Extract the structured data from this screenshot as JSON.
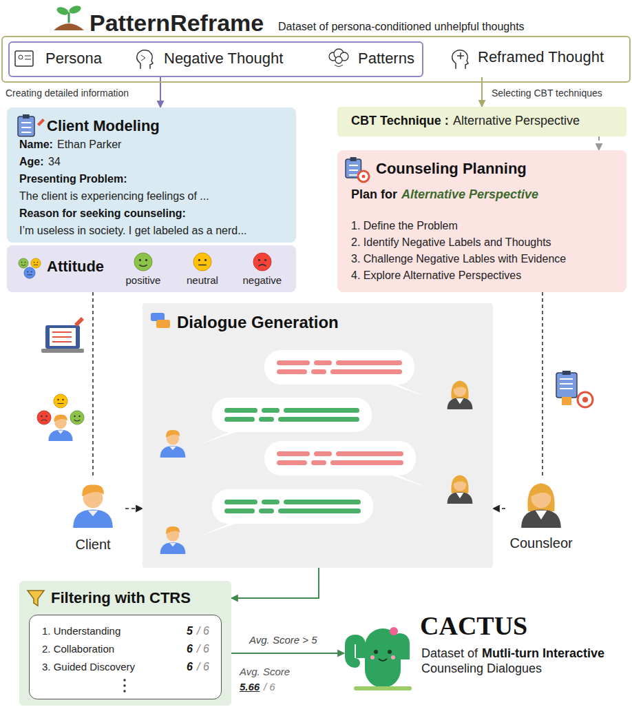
{
  "diagram": {
    "nodes": [
      {
        "text": [
          "PatternReframe",
          "Dataset of persona-conditioned unhelpful thoughts"
        ]
      },
      {
        "text": [
          "Persona",
          "Negative Thought",
          "Patterns"
        ],
        "in": 0
      },
      {
        "text": [
          "Reframed Thought"
        ],
        "in": 0
      },
      {
        "text": [
          "Client Modeling",
          "Name:",
          "Ethan Parker",
          "Age:",
          "34",
          "Presenting Problem:",
          "The client is experiencing feelings of ...",
          "Reason for seeking counseling:",
          "I’m useless in society. I get labeled as a nerd..."
        ]
      },
      {
        "text": [
          "Attitude",
          "positive",
          "neutral",
          "negative"
        ]
      },
      {
        "text": [
          "CBT Technique :",
          "Alternative Perspective"
        ]
      },
      {
        "text": [
          "Counseling Planning",
          "Plan for",
          "Alternative Perspective",
          "1. Define the Problem",
          "2. Identify Negative Labels and Thoughts",
          "3. Challenge Negative Lables with Evidence",
          "4. Explore Alternative Perspectives"
        ]
      },
      {
        "text": [
          "Dialogue Generation"
        ]
      },
      {
        "text": [
          "Client"
        ]
      },
      {
        "text": [
          "Counsleor"
        ]
      },
      {
        "text": [
          "Filtering with CTRS"
        ]
      },
      {
        "text": [
          "1. Understanding",
          "5",
          "/ 6",
          "2. Collaboration",
          "6",
          "/ 6",
          "3. Guided Discovery",
          "6",
          "/ 6"
        ],
        "in": 10
      },
      {
        "text": [
          "CACTUS",
          "Dataset of",
          "Mutli-turn Interactive",
          "Counseling Dialogues"
        ]
      }
    ],
    "edges": [
      {
        "from": 1,
        "to": 3,
        "arrow": "to",
        "label": "Creating detailed information"
      },
      {
        "from": 2,
        "to": 5,
        "arrow": "to",
        "label": "Selecting CBT techniques"
      },
      {
        "from": 5,
        "to": 6,
        "arrow": "to"
      },
      {
        "from": 4,
        "to": 8,
        "arrow": "none"
      },
      {
        "from": 6,
        "to": 9,
        "arrow": "none"
      },
      {
        "from": 8,
        "to": 7,
        "arrow": "to"
      },
      {
        "from": 9,
        "to": 7,
        "arrow": "to"
      },
      {
        "from": 7,
        "to": 10,
        "arrow": "to"
      },
      {
        "from": 10,
        "to": 12,
        "arrow": "to",
        "label": "Avg. Score > 5"
      }
    ],
    "labels": [
      "Avg. Score",
      "5.66",
      "/ 6"
    ]
  }
}
